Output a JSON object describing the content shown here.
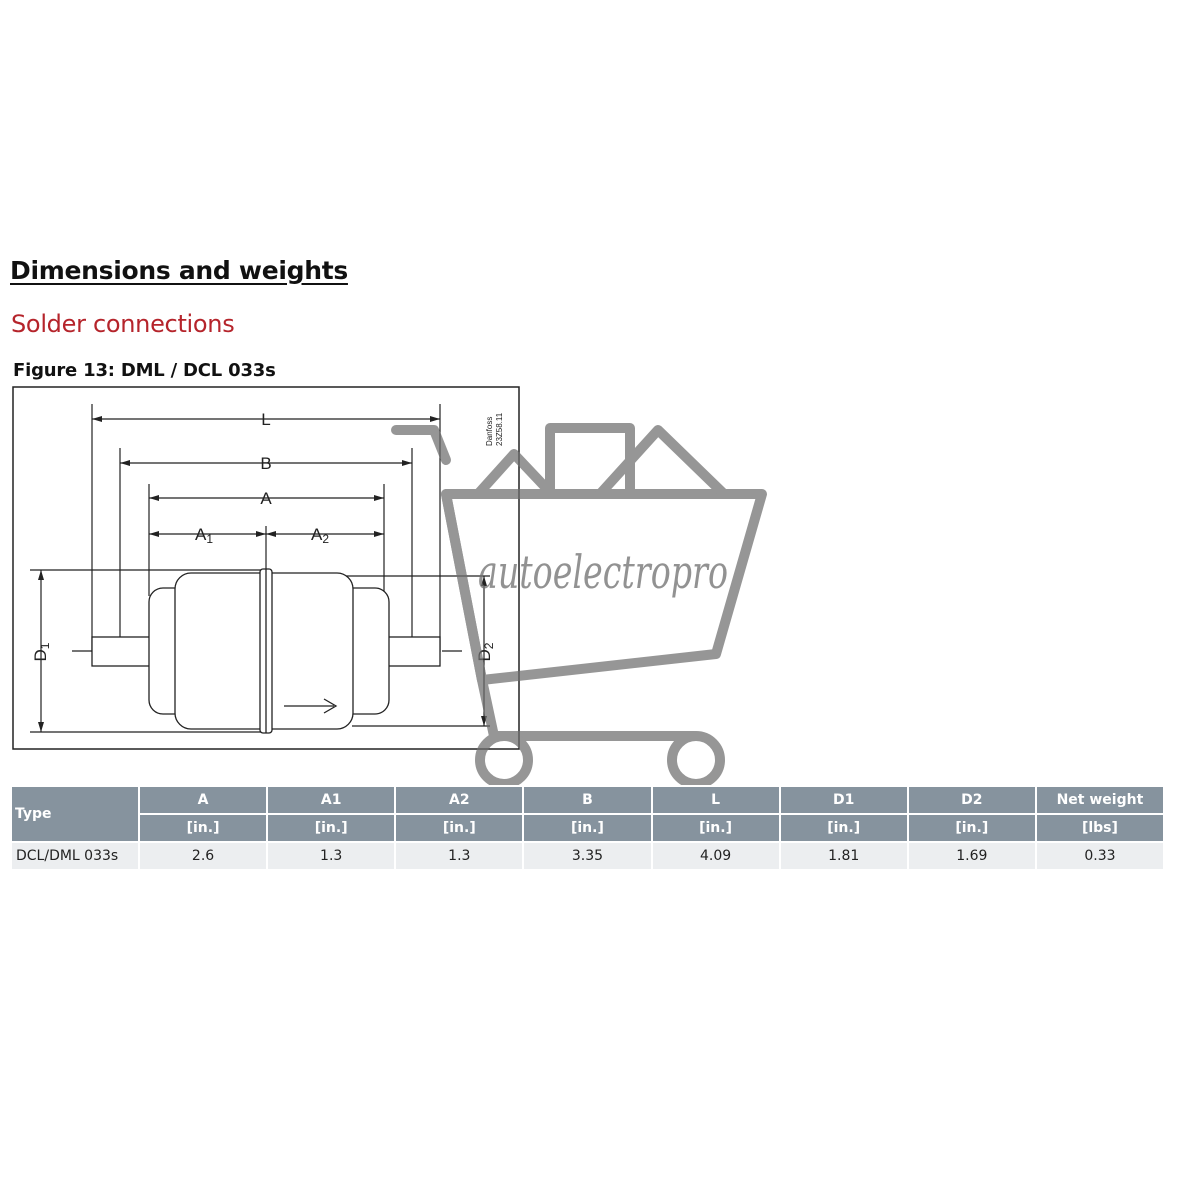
{
  "heading": "Dimensions and weights",
  "subheading": "Solder connections",
  "figure_caption": "Figure 13: DML / DCL 033s",
  "drawing": {
    "labels": {
      "L": "L",
      "B": "B",
      "A": "A",
      "A1": "A",
      "A1_sub": "1",
      "A2": "A",
      "A2_sub": "2",
      "D1": "D",
      "D1_sub": "1",
      "D2": "D",
      "D2_sub": "2"
    },
    "brand": "Danfoss",
    "code": "23Z58.11"
  },
  "watermark": {
    "text": "autoelectropro"
  },
  "table": {
    "type_header": "Type",
    "columns": [
      {
        "name": "A",
        "unit": "[in.]"
      },
      {
        "name": "A1",
        "unit": "[in.]"
      },
      {
        "name": "A2",
        "unit": "[in.]"
      },
      {
        "name": "B",
        "unit": "[in.]"
      },
      {
        "name": "L",
        "unit": "[in.]"
      },
      {
        "name": "D1",
        "unit": "[in.]"
      },
      {
        "name": "D2",
        "unit": "[in.]"
      },
      {
        "name": "Net weight",
        "unit": "[lbs]"
      }
    ],
    "rows": [
      {
        "type": "DCL/DML 033s",
        "values": [
          "2.6",
          "1.3",
          "1.3",
          "3.35",
          "4.09",
          "1.81",
          "1.69",
          "0.33"
        ]
      }
    ]
  }
}
